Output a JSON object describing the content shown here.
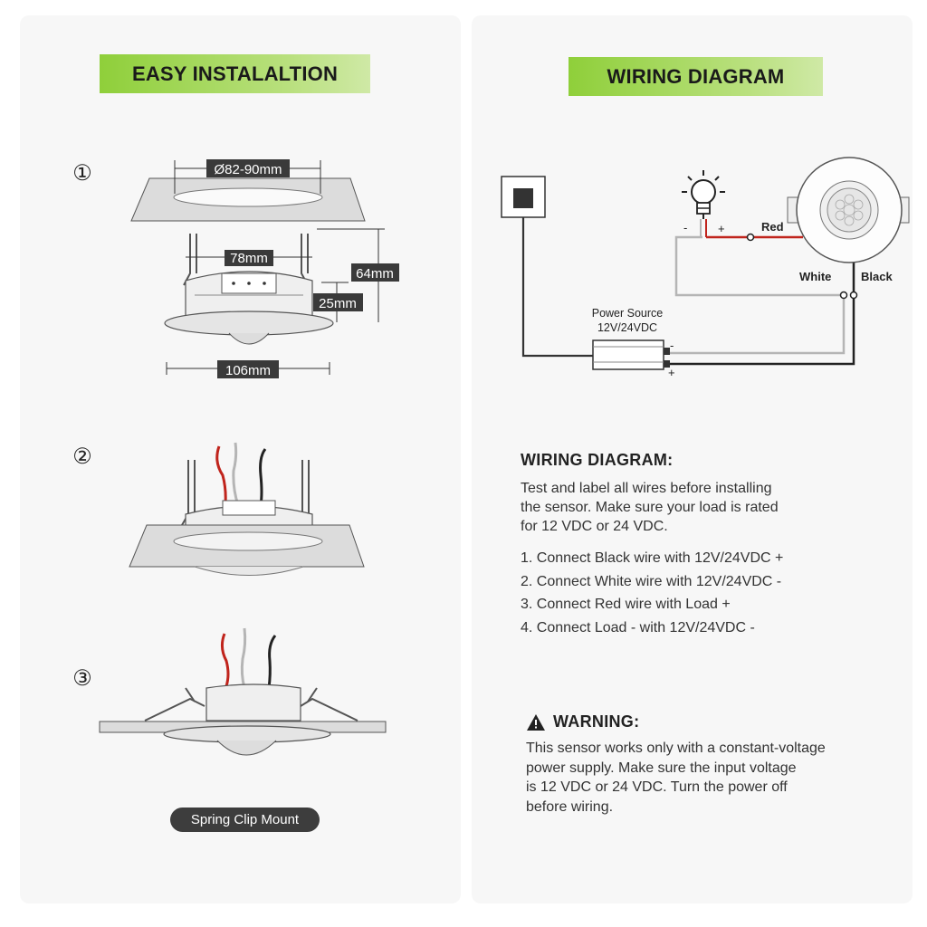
{
  "left": {
    "title": "EASY INSTALALTION",
    "steps": [
      "①",
      "②",
      "③"
    ],
    "dimensions": {
      "cutout": "Ø82-90mm",
      "body_width": "78mm",
      "total_height": "64mm",
      "body_height": "25mm",
      "flange_width": "106mm"
    },
    "mount_label": "Spring Clip Mount"
  },
  "right": {
    "title": "WIRING DIAGRAM",
    "diagram": {
      "power_source_line1": "Power Source",
      "power_source_line2": "12V/24VDC",
      "wire_red": "Red",
      "wire_white": "White",
      "wire_black": "Black",
      "minus": "-",
      "plus": "+"
    },
    "section_heading": "WIRING DIAGRAM:",
    "intro": "Test and label all wires before installing\nthe sensor. Make sure your load is rated\nfor 12 VDC or 24 VDC.",
    "steps": [
      "1. Connect Black wire with 12V/24VDC +",
      "2. Connect White wire with 12V/24VDC -",
      "3. Connect Red wire with Load +",
      "4. Connect Load - with 12V/24VDC -"
    ],
    "warning_heading": "WARNING:",
    "warning_text": "This sensor works only with a constant-voltage\npower supply. Make sure the input voltage\nis 12 VDC or 24 VDC. Turn the power off\nbefore wiring."
  },
  "colors": {
    "banner_green": "#8fcf3a",
    "wire_red": "#c0241c",
    "wire_white": "#b5b5b5",
    "wire_black": "#222222",
    "panel_bg": "#f7f7f7"
  }
}
